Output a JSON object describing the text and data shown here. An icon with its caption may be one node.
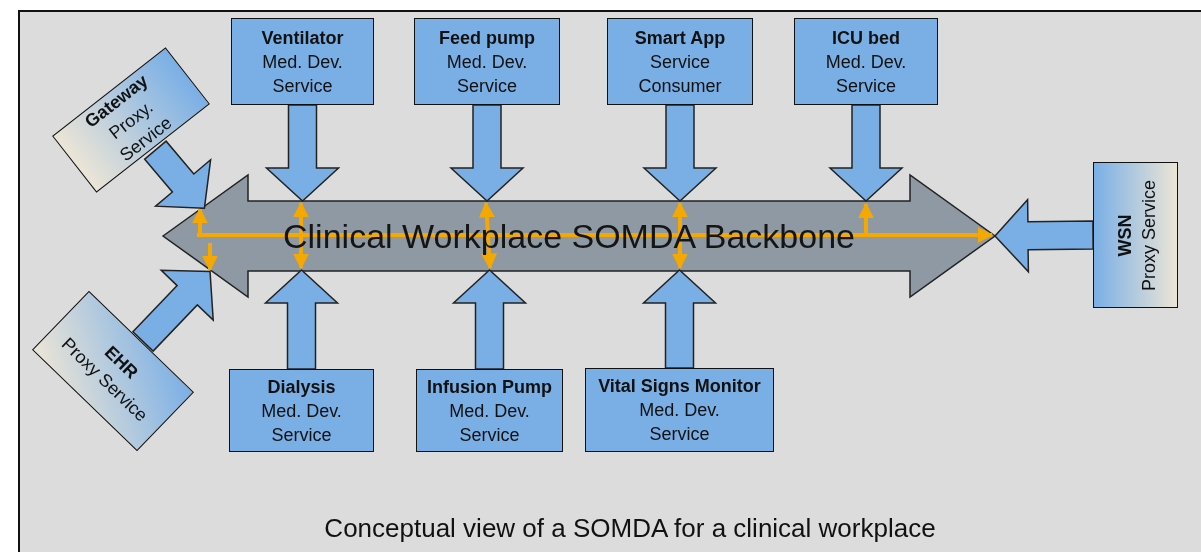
{
  "diagram": {
    "caption": "Conceptual view of a SOMDA for a clinical workplace",
    "nodes": [
      {
        "text": [
          "Clinical Workplace SOMDA Backbone"
        ]
      },
      {
        "text": [
          "Gateway",
          "Proxy. Service"
        ]
      },
      {
        "text": [
          "Ventilator",
          "Med. Dev. Service"
        ]
      },
      {
        "text": [
          "Feed pump",
          "Med. Dev. Service"
        ]
      },
      {
        "text": [
          "Smart App",
          "Service Consumer"
        ]
      },
      {
        "text": [
          "ICU bed",
          "Med. Dev. Service"
        ]
      },
      {
        "text": [
          "WSN",
          "Proxy Service"
        ]
      },
      {
        "text": [
          "EHR",
          "Proxy Service"
        ]
      },
      {
        "text": [
          "Dialysis",
          "Med. Dev. Service"
        ]
      },
      {
        "text": [
          "Infusion Pump",
          "Med. Dev. Service"
        ]
      },
      {
        "text": [
          "Vital Signs Monitor",
          "Med. Dev. Service"
        ]
      }
    ],
    "edges": [
      {
        "from": 1,
        "to": 0,
        "arrow": "to"
      },
      {
        "from": 2,
        "to": 0,
        "arrow": "to"
      },
      {
        "from": 3,
        "to": 0,
        "arrow": "to"
      },
      {
        "from": 4,
        "to": 0,
        "arrow": "to"
      },
      {
        "from": 5,
        "to": 0,
        "arrow": "to"
      },
      {
        "from": 6,
        "to": 0,
        "arrow": "to"
      },
      {
        "from": 7,
        "to": 0,
        "arrow": "to"
      },
      {
        "from": 8,
        "to": 0,
        "arrow": "to"
      },
      {
        "from": 9,
        "to": 0,
        "arrow": "to"
      },
      {
        "from": 10,
        "to": 0,
        "arrow": "to"
      }
    ]
  }
}
